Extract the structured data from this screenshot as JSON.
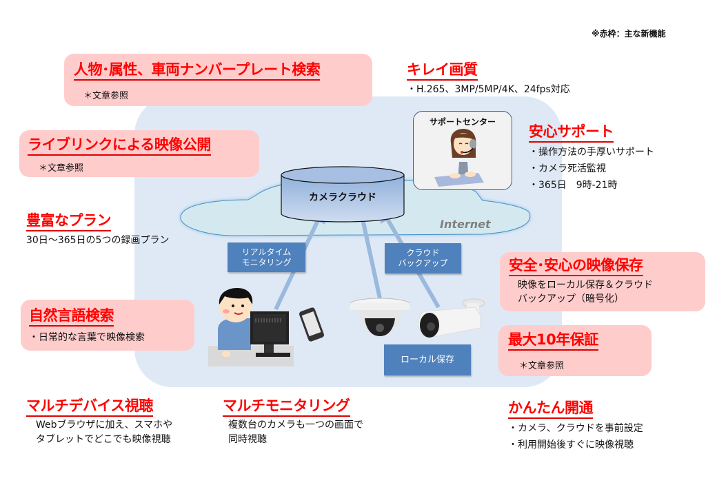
{
  "legend_note": "※赤枠：主な新機能",
  "colors": {
    "feature_red": "#ff0000",
    "highlight_pink": "#ffcccc",
    "system_bg": "#dfe9f6",
    "label_blue": "#4f81bd",
    "arrow_blue": "#9bb9dd",
    "cloud_fill": "#d4e9ef"
  },
  "features": {
    "person_search": {
      "title": "人物･属性、車両ナンバープレート検索",
      "desc": "＊文章参照",
      "highlighted": true
    },
    "image_quality": {
      "title": "キレイ画質",
      "desc": "・H.265、3MP/5MP/4K、24fps対応",
      "highlighted": false
    },
    "live_link": {
      "title": "ライブリンクによる映像公開",
      "desc": "＊文章参照",
      "highlighted": true
    },
    "support": {
      "title": "安心サポート",
      "items": [
        "・操作方法の手厚いサポート",
        "・カメラ死活監視",
        "・365日　9時-21時"
      ],
      "highlighted": false
    },
    "plans": {
      "title": "豊富なプラン",
      "desc": "30日～365日の5つの録画プラン",
      "highlighted": false
    },
    "safe_storage": {
      "title": "安全･安心の映像保存",
      "lines": [
        "映像をローカル保存＆クラウド",
        "バックアップ（暗号化）"
      ],
      "highlighted": true
    },
    "natural_search": {
      "title": "自然言語検索",
      "desc": "・日常的な言葉で映像検索",
      "highlighted": true
    },
    "warranty": {
      "title": "最大10年保証",
      "desc": "＊文章参照",
      "highlighted": true
    },
    "multi_device": {
      "title": "マルチデバイス視聴",
      "lines": [
        "Webブラウザに加え、スマホや",
        "タブレットでどこでも映像視聴"
      ],
      "highlighted": false
    },
    "multi_monitor": {
      "title": "マルチモニタリング",
      "lines": [
        "複数台のカメラも一つの画面で",
        "同時視聴"
      ],
      "highlighted": false
    },
    "easy_setup": {
      "title": "かんたん開通",
      "items": [
        "・カメラ、クラウドを事前設定",
        "・利用開始後すぐに映像視聴"
      ],
      "highlighted": false
    }
  },
  "diagram": {
    "cloud_storage_label": "カメラクラウド",
    "internet_label": "Internet",
    "support_center_label": "サポートセンター",
    "flow_labels": {
      "realtime": [
        "リアルタイム",
        "モニタリング"
      ],
      "backup": [
        "クラウド",
        "バックアップ"
      ],
      "local": "ローカル保存"
    },
    "icons": [
      "operator-person-icon",
      "desktop-pc-icon",
      "smartphone-icon",
      "dome-camera-icon",
      "bullet-camera-icon",
      "support-operator-icon"
    ]
  }
}
